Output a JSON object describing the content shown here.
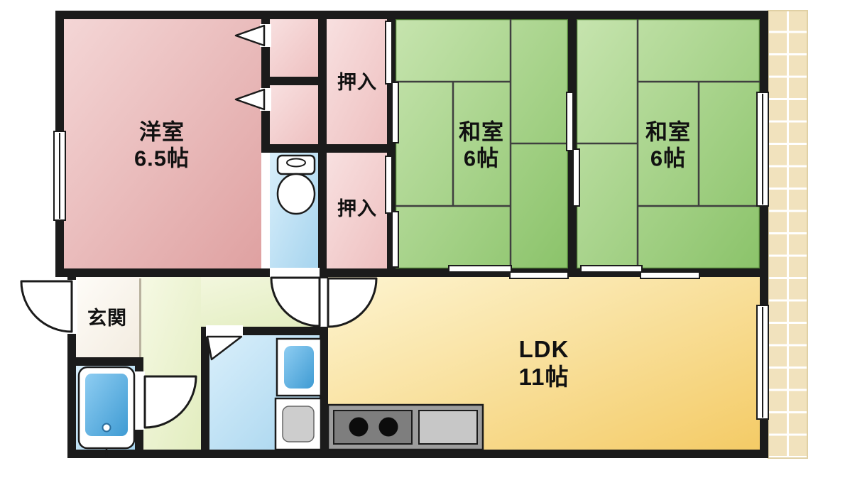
{
  "rooms": {
    "western": {
      "name": "洋室",
      "size": "6.5帖"
    },
    "closet_upper": {
      "name": "押入"
    },
    "closet_lower": {
      "name": "押入"
    },
    "japanese_1": {
      "name": "和室",
      "size": "6帖"
    },
    "japanese_2": {
      "name": "和室",
      "size": "6帖"
    },
    "entrance": {
      "name": "玄関"
    },
    "ldk": {
      "name": "LDK",
      "size": "11帖"
    }
  },
  "fixtures": [
    "toilet",
    "bathtub",
    "washing-machine",
    "washbasin",
    "gas-stove",
    "kitchen-sink",
    "balcony"
  ],
  "colors": {
    "wall": "#1b1b1b",
    "western_room": "#e2a8a8",
    "closet": "#f2c9c9",
    "tatami_room": "#9ccb7c",
    "water_area": "#bfe2f4",
    "ldk": "#f7d57b",
    "hallway": "#ecf3cf",
    "entrance_floor": "#f8f2e8",
    "balcony": "#f1e2bd",
    "kitchen_counter": "#9d9d9d"
  }
}
